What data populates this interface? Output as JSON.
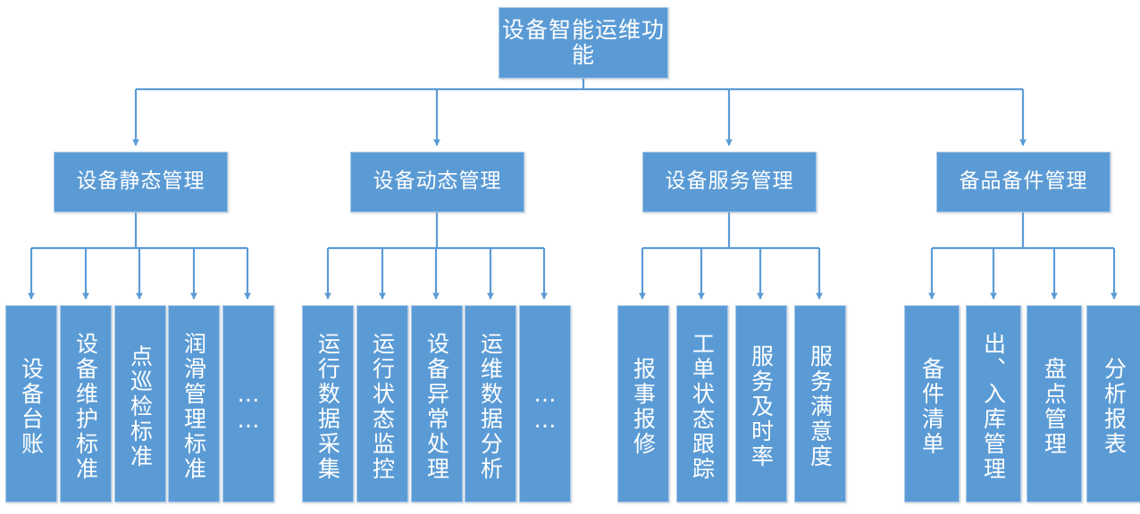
{
  "diagram": {
    "type": "org-tree",
    "title_node": {
      "label": "设备智能运维功能"
    },
    "colors": {
      "node_fill": "#5B9BD5",
      "node_border": "#A7C8E8",
      "connector": "#5B9BD5",
      "text": "#FFFFFF",
      "background": "#FFFFFF"
    },
    "branches": [
      {
        "label": "设备静态管理",
        "children": [
          {
            "label": "设备台账"
          },
          {
            "label": "设备维护标准"
          },
          {
            "label": "点巡检标准"
          },
          {
            "label": "润滑管理标准"
          },
          {
            "label": "……"
          }
        ]
      },
      {
        "label": "设备动态管理",
        "children": [
          {
            "label": "运行数据采集"
          },
          {
            "label": "运行状态监控"
          },
          {
            "label": "设备异常处理"
          },
          {
            "label": "运维数据分析"
          },
          {
            "label": "……"
          }
        ]
      },
      {
        "label": "设备服务管理",
        "children": [
          {
            "label": "报事报修"
          },
          {
            "label": "工单状态跟踪"
          },
          {
            "label": "服务及时率"
          },
          {
            "label": "服务满意度"
          }
        ]
      },
      {
        "label": "备品备件管理",
        "children": [
          {
            "label": "备件清单"
          },
          {
            "label": "出、入库管理"
          },
          {
            "label": "盘点管理"
          },
          {
            "label": "分析报表"
          }
        ]
      }
    ]
  }
}
